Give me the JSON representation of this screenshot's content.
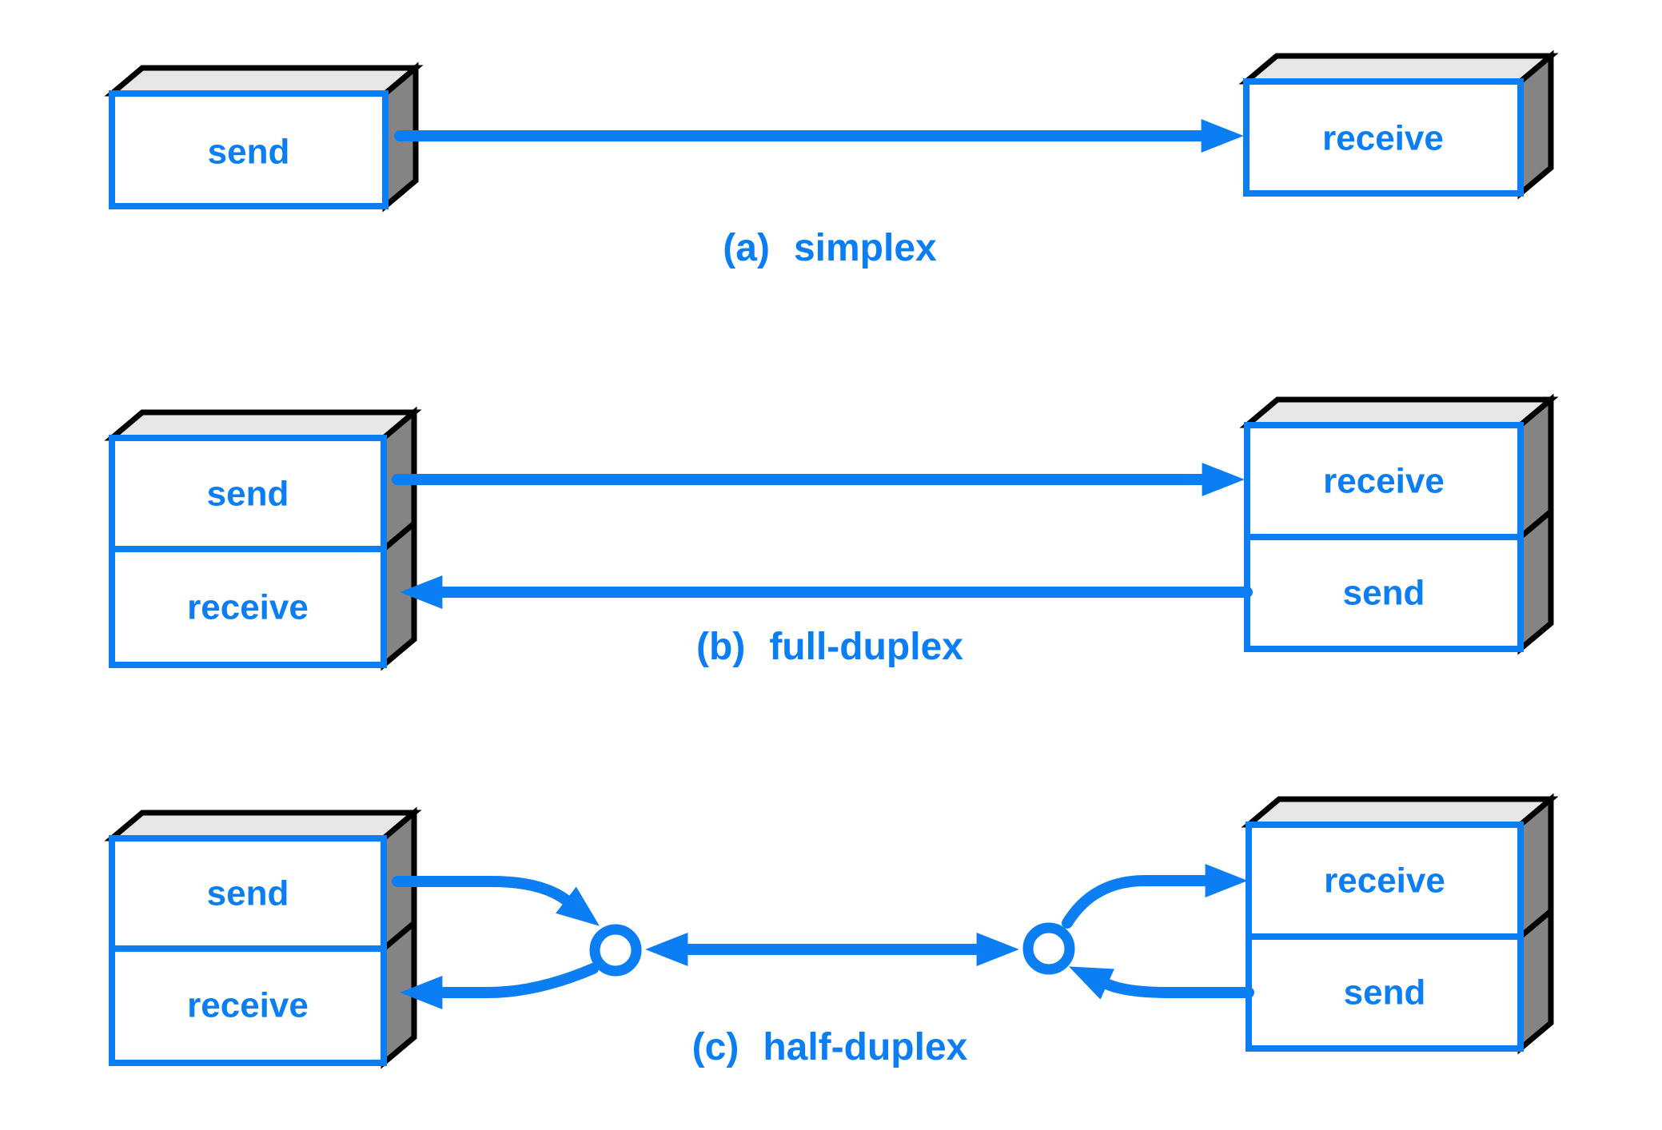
{
  "colors": {
    "accent_blue": "#0b7ef3",
    "box_top_gray": "#e7e7e7",
    "box_side_gray": "#848484",
    "outline_black": "#000000",
    "background": "#ffffff"
  },
  "diagrams": [
    {
      "caption": {
        "index": "(a)",
        "name": "simplex"
      },
      "left_device": {
        "cells": [
          "send"
        ]
      },
      "right_device": {
        "cells": [
          "receive"
        ]
      }
    },
    {
      "caption": {
        "index": "(b)",
        "name": "full-duplex"
      },
      "left_device": {
        "cells": [
          "send",
          "receive"
        ]
      },
      "right_device": {
        "cells": [
          "receive",
          "send"
        ]
      }
    },
    {
      "caption": {
        "index": "(c)",
        "name": "half-duplex"
      },
      "left_device": {
        "cells": [
          "send",
          "receive"
        ]
      },
      "right_device": {
        "cells": [
          "receive",
          "send"
        ]
      }
    }
  ]
}
